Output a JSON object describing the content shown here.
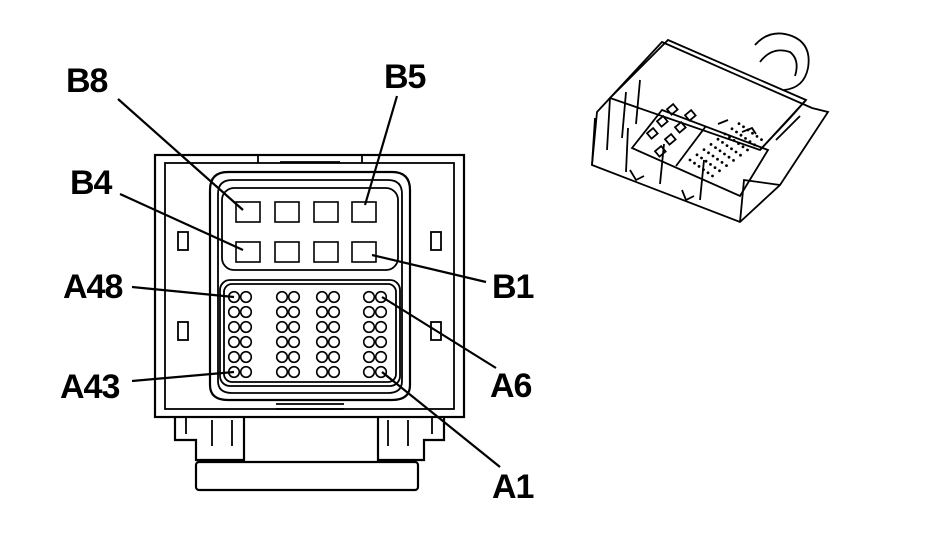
{
  "figure": {
    "labels": {
      "b8": "B8",
      "b5": "B5",
      "b4": "B4",
      "b1": "B1",
      "a48": "A48",
      "a43": "A43",
      "a6": "A6",
      "a1": "A1"
    }
  },
  "colors": {
    "line": "#000000",
    "background": "#ffffff"
  }
}
